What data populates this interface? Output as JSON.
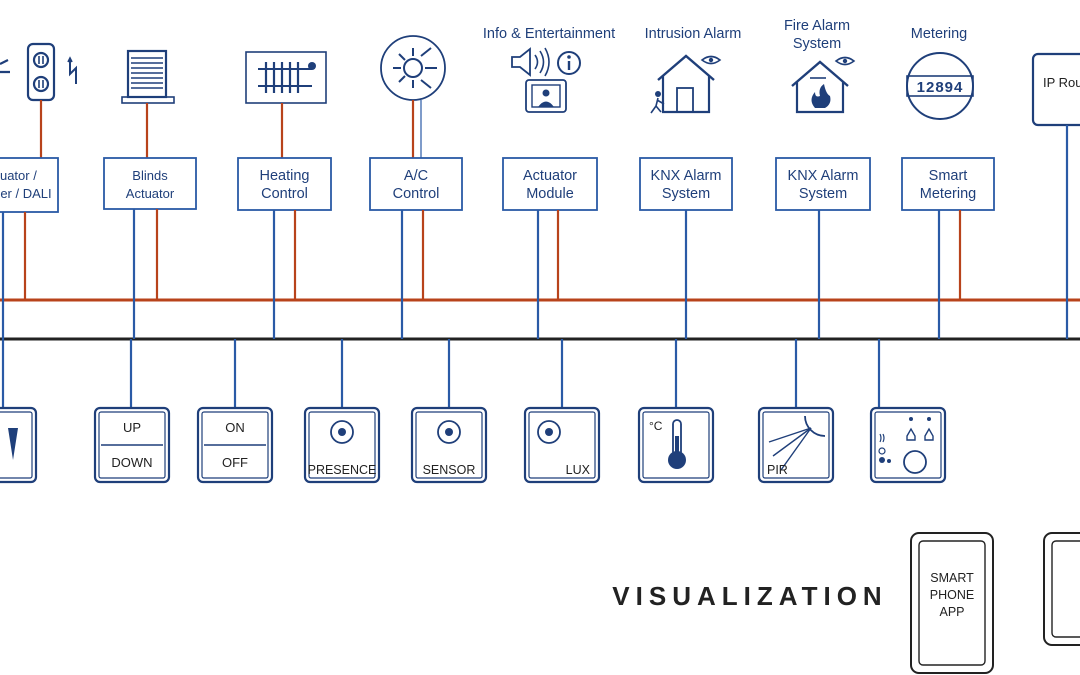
{
  "title": "VISUALIZATION",
  "top_icon_labels": [
    {
      "id": "info",
      "lines": [
        "Info & Entertainment"
      ]
    },
    {
      "id": "intrusion",
      "lines": [
        "Intrusion Alarm"
      ]
    },
    {
      "id": "fire",
      "lines": [
        "Fire Alarm",
        "System"
      ]
    },
    {
      "id": "metering",
      "lines": [
        "Metering"
      ]
    }
  ],
  "meter_digits": "12894",
  "modules": [
    {
      "id": "dali",
      "lines": [
        "Actuator /",
        "Dimmer / DALI"
      ]
    },
    {
      "id": "blinds",
      "lines": [
        "Blinds",
        "Actuator"
      ]
    },
    {
      "id": "heating",
      "lines": [
        "Heating",
        "Control"
      ]
    },
    {
      "id": "ac",
      "lines": [
        "A/C",
        "Control"
      ]
    },
    {
      "id": "actuator",
      "lines": [
        "Actuator",
        "Module"
      ]
    },
    {
      "id": "knx-intrusion",
      "lines": [
        "KNX Alarm",
        "System"
      ]
    },
    {
      "id": "knx-fire",
      "lines": [
        "KNX Alarm",
        "System"
      ]
    },
    {
      "id": "smart-metering",
      "lines": [
        "Smart",
        "Metering"
      ]
    },
    {
      "id": "ip-router",
      "lines": [
        "IP Router"
      ]
    }
  ],
  "switches": [
    {
      "id": "dimmer",
      "type": "arrow"
    },
    {
      "id": "blinds-switch",
      "type": "rocker",
      "top": "UP",
      "bottom": "DOWN"
    },
    {
      "id": "light-switch",
      "type": "rocker",
      "top": "ON",
      "bottom": "OFF"
    },
    {
      "id": "presence",
      "type": "sensor",
      "label": "PRESENCE"
    },
    {
      "id": "sensor",
      "type": "sensor",
      "label": "SENSOR"
    },
    {
      "id": "lux",
      "type": "sensor",
      "label": "LUX"
    },
    {
      "id": "thermostat",
      "type": "thermo",
      "label": "°C"
    },
    {
      "id": "pir",
      "type": "pir",
      "label": "PIR"
    },
    {
      "id": "room-controller",
      "type": "room"
    }
  ],
  "devices": [
    {
      "id": "smartphone",
      "lines": [
        "SMART",
        "PHONE",
        "APP"
      ]
    },
    {
      "id": "tablet",
      "lines": []
    }
  ],
  "colors": {
    "bus_line": "#2a5aa6",
    "power_line": "#b8431b",
    "main_bus": "#222222",
    "label": "#1f3f7a"
  }
}
